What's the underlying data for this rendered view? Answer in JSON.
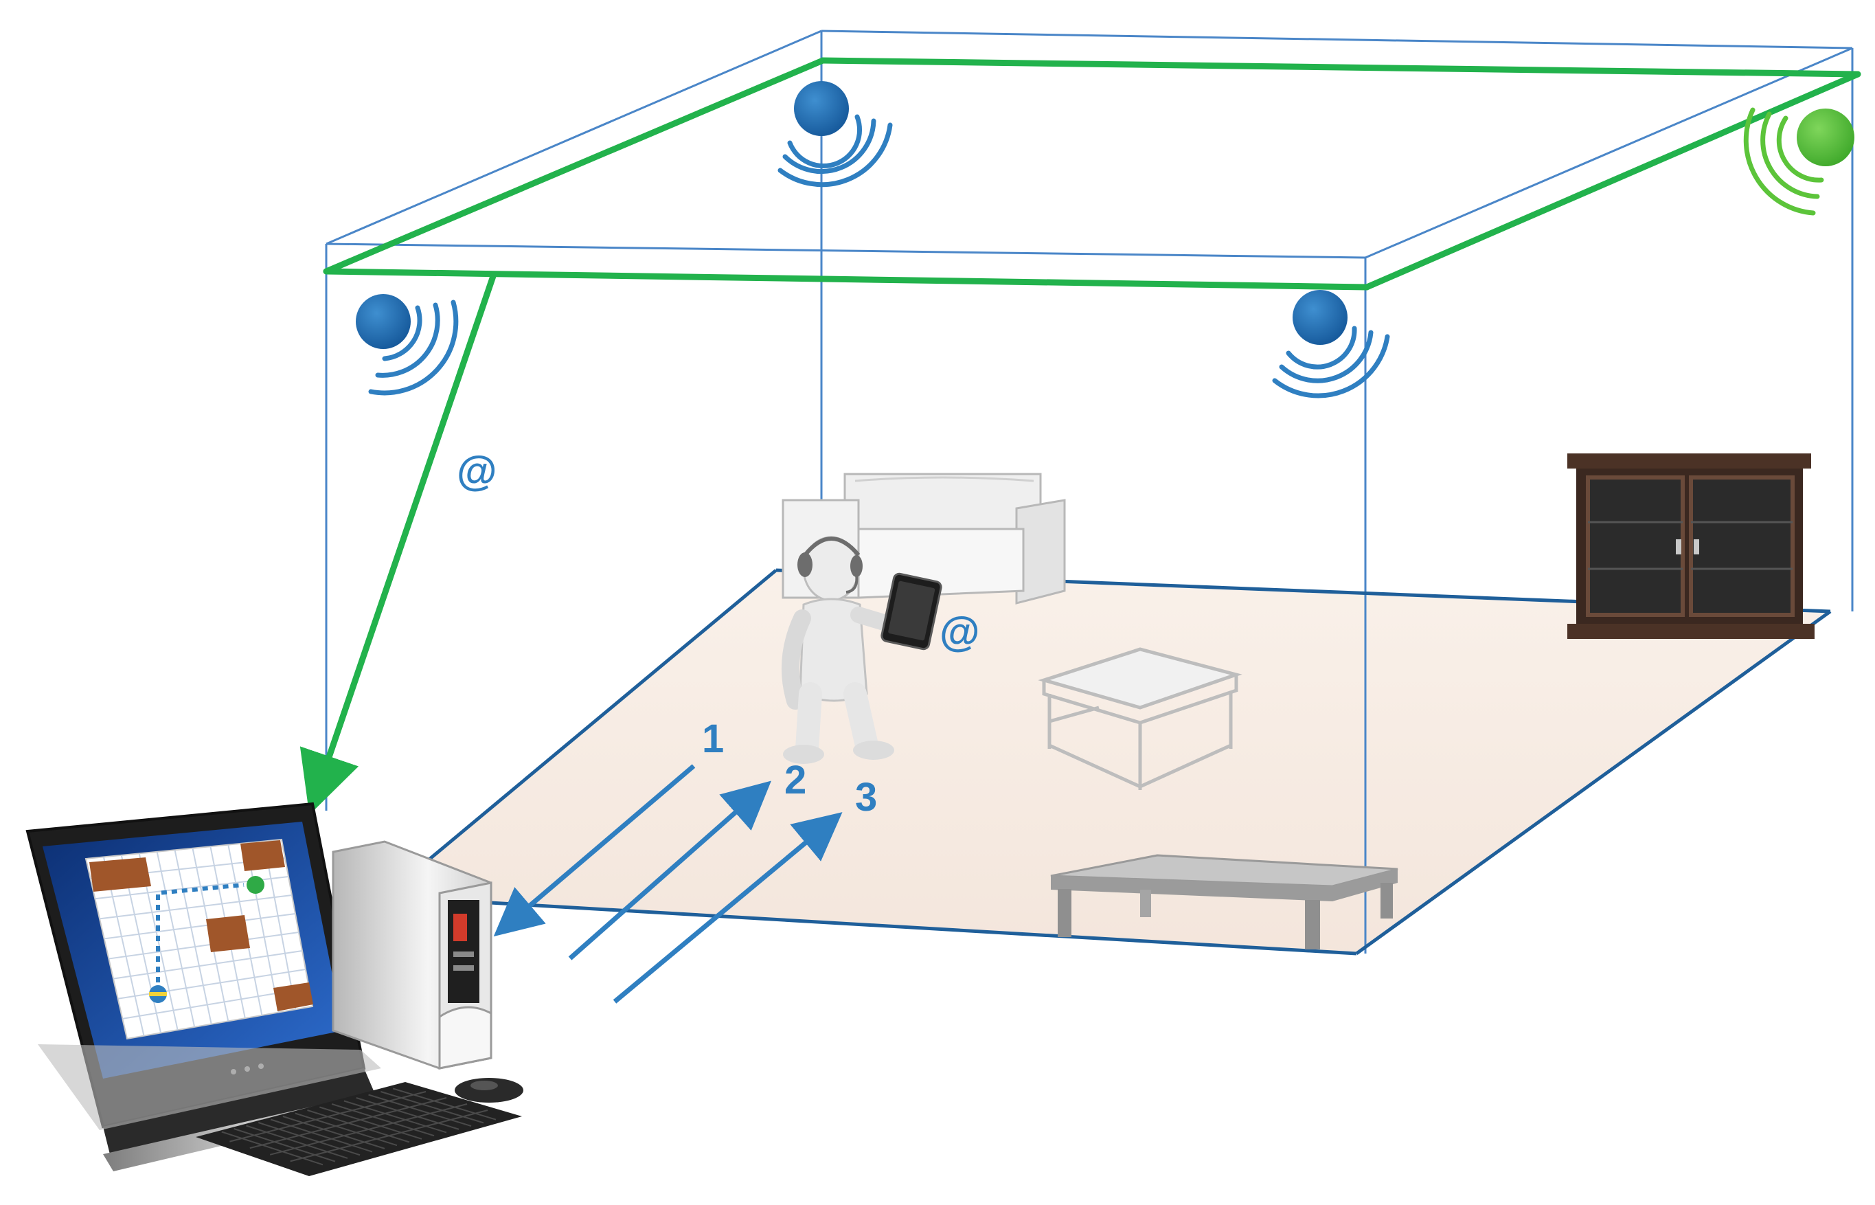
{
  "labels": {
    "at_link": "@",
    "at_phone": "@",
    "step_1": "1",
    "step_2": "2",
    "step_3": "3"
  },
  "colors": {
    "network_link": "#22b24c",
    "room_edge": "#4a86c8",
    "room_edge_dark": "#1f5f9a",
    "sensor_blue": "#1e6fb4",
    "sensor_green": "#5cc43a",
    "arrow": "#2f7fc1",
    "label": "#2f7fc1",
    "floor": "#f7ece4"
  },
  "icons": {
    "ceiling_sensors": "wifi-sensor-icon",
    "main_sensor": "wifi-sensor-icon",
    "smartphone": "smartphone-icon",
    "computer": "desktop-computer-icon"
  },
  "map_screen": {
    "grid": {
      "cols": 11,
      "rows": 9
    }
  }
}
